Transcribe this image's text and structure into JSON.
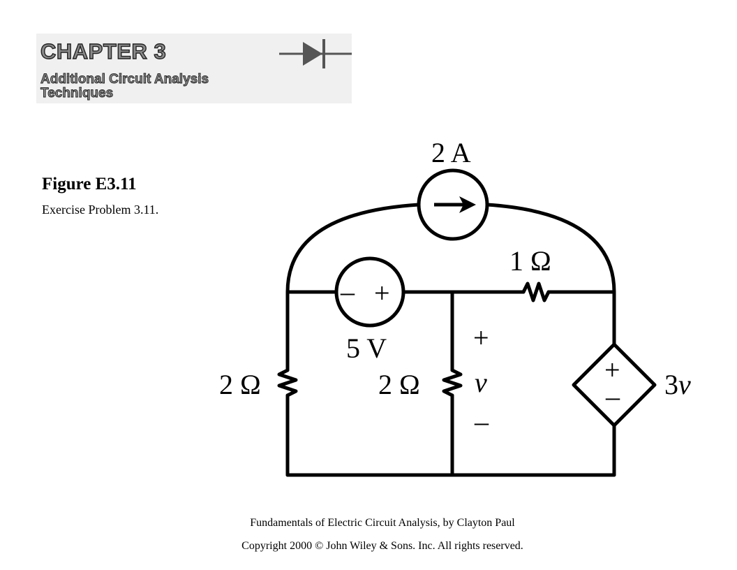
{
  "header": {
    "chapter": "CHAPTER 3",
    "subtitle_line1": "Additional Circuit Analysis",
    "subtitle_line2": "Techniques"
  },
  "figure": {
    "title": "Figure E3.11",
    "caption": "Exercise Problem 3.11."
  },
  "circuit": {
    "current_source": "2 A",
    "voltage_source": "5 V",
    "vs_minus": "–",
    "vs_plus": "+",
    "r_top": "1 Ω",
    "r_left": "2 Ω",
    "r_mid": "2 Ω",
    "v_plus": "+",
    "v_label": "v",
    "v_minus": "–",
    "dep_plus": "+",
    "dep_minus": "–",
    "dep_coef": "3",
    "dep_var": "v"
  },
  "footer": {
    "line1": "Fundamentals of Electric Circuit Analysis, by Clayton Paul",
    "line2": "Copyright 2000 © John Wiley & Sons. Inc. All rights reserved."
  }
}
